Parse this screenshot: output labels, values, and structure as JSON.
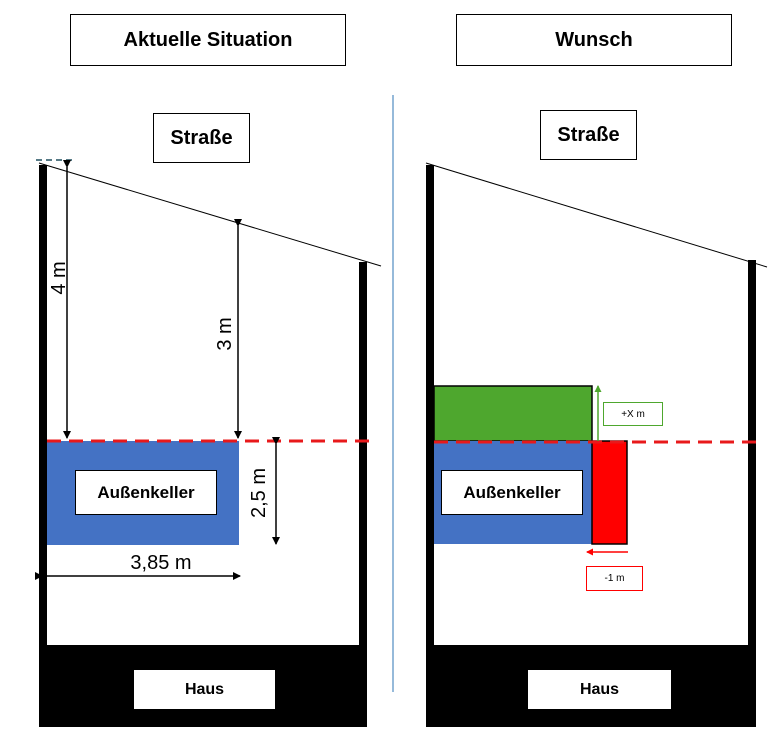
{
  "left": {
    "title": "Aktuelle Situation",
    "street": "Straße",
    "keller": "Außenkeller",
    "haus": "Haus",
    "dims": {
      "height_total": "4 m",
      "height_right": "3 m",
      "keller_height": "2,5 m",
      "keller_width": "3,85 m"
    }
  },
  "right": {
    "title": "Wunsch",
    "street": "Straße",
    "keller": "Außenkeller",
    "haus": "Haus",
    "raise_label": "+X m",
    "shift_label": "-1 m"
  },
  "colors": {
    "keller_blue": "#4472c4",
    "raise_green": "#4ea72e",
    "shift_red": "#ff0000",
    "ground_dash": "#e8191b",
    "divider": "#2e75b6"
  }
}
